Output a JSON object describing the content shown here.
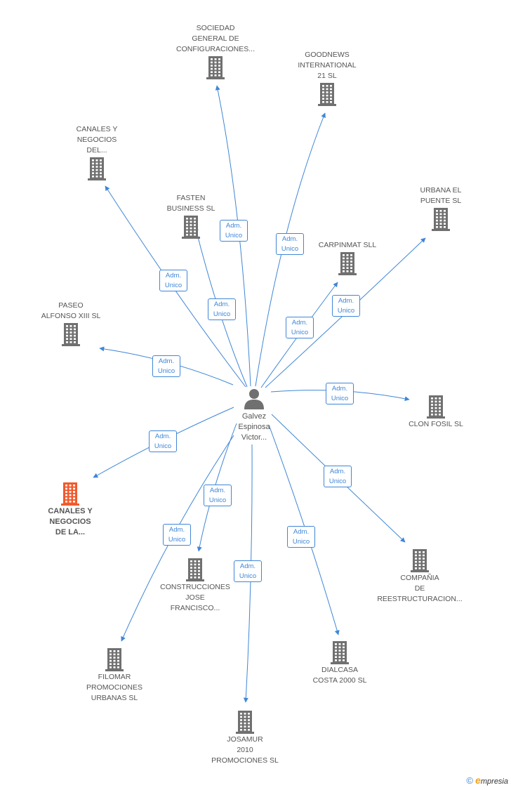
{
  "colors": {
    "edge": "#3f86d6",
    "building": "#707070",
    "highlight": "#f15a2c"
  },
  "center": {
    "label": "Galvez\nEspinosa\nVictor..."
  },
  "nodes": [
    {
      "id": "sociedad-general",
      "label": "SOCIEDAD\nGENERAL DE\nCONFIGURACIONES...",
      "role": "Adm.\nUnico",
      "highlight": false
    },
    {
      "id": "goodnews",
      "label": "GOODNEWS\nINTERNATIONAL\n21 SL",
      "role": "Adm.\nUnico",
      "highlight": false
    },
    {
      "id": "canales-negocios-del",
      "label": "CANALES Y\nNEGOCIOS\nDEL...",
      "role": "Adm.\nUnico",
      "highlight": false
    },
    {
      "id": "fasten",
      "label": "FASTEN\nBUSINESS SL",
      "role": "Adm.\nUnico",
      "highlight": false
    },
    {
      "id": "urbana-el-puente",
      "label": "URBANA EL\nPUENTE  SL",
      "role": "Adm.\nUnico",
      "highlight": false
    },
    {
      "id": "carpinmat",
      "label": "CARPINMAT SLL",
      "role": "Adm.\nUnico",
      "highlight": false
    },
    {
      "id": "paseo-alfonso",
      "label": "PASEO\nALFONSO XIII SL",
      "role": "Adm.\nUnico",
      "highlight": false
    },
    {
      "id": "clon-fosil",
      "label": "CLON FOSIL SL",
      "role": "Adm.\nUnico",
      "highlight": false
    },
    {
      "id": "canales-negocios-la",
      "label": "CANALES Y\nNEGOCIOS\nDE LA...",
      "role": "Adm.\nUnico",
      "highlight": true
    },
    {
      "id": "compania",
      "label": "COMPAÑIA\nDE\nREESTRUCTURACION...",
      "role": "Adm.\nUnico",
      "highlight": false
    },
    {
      "id": "construcciones",
      "label": "CONSTRUCCIONES\nJOSE\nFRANCISCO...",
      "role": "Adm.\nUnico",
      "highlight": false
    },
    {
      "id": "dialcasa",
      "label": "DIALCASA\nCOSTA 2000 SL",
      "role": "Adm.\nUnico",
      "highlight": false
    },
    {
      "id": "filomar",
      "label": "FILOMAR\nPROMOCIONES\nURBANAS SL",
      "role": "Adm.\nUnico",
      "highlight": false
    },
    {
      "id": "josamur",
      "label": "JOSAMUR\n2010\nPROMOCIONES SL",
      "role": "Adm.\nUnico",
      "highlight": false
    }
  ],
  "footer": {
    "copyright": "©",
    "brand_initial": "e",
    "brand_rest": "mpresia"
  }
}
